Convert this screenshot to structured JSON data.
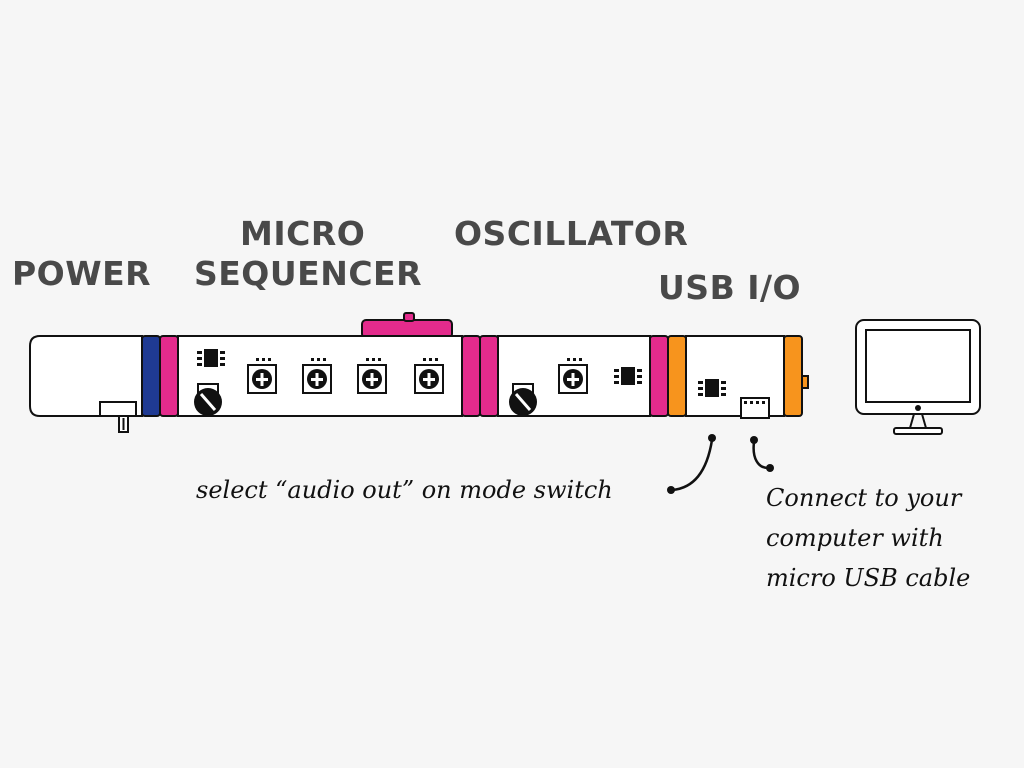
{
  "modules": {
    "power": {
      "title": "POWER"
    },
    "micro_sequencer": {
      "title_line1": "MICRO",
      "title_line2": "SEQUENCER"
    },
    "oscillator": {
      "title": "OSCILLATOR"
    },
    "usb_io": {
      "title": "USB I/O"
    }
  },
  "annotations": {
    "mode_switch": "select “audio out” on mode switch",
    "usb_cable": [
      "Connect to your",
      "computer with",
      "micro USB cable"
    ]
  },
  "colors": {
    "power_connector": "#1f3a93",
    "pink_connector": "#e32b8c",
    "orange_connector": "#f7941d",
    "outline": "#111111",
    "label_gray": "#494949"
  }
}
